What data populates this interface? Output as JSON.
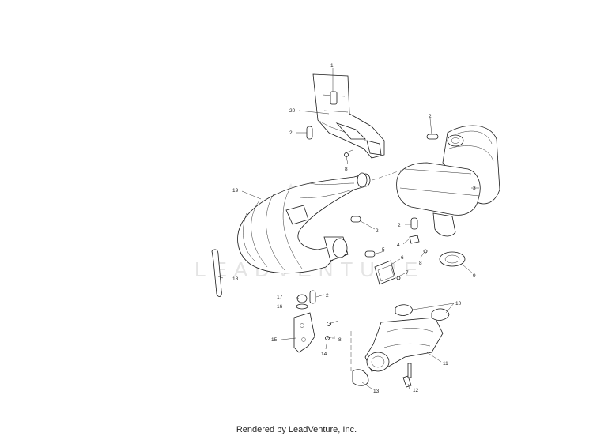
{
  "watermark": "LEADVENTURE",
  "credit": "Rendered by LeadVenture, Inc.",
  "callouts": [
    "1",
    "20",
    "2",
    "2",
    "8",
    "19",
    "3",
    "2",
    "4",
    "8",
    "9",
    "2",
    "5",
    "6",
    "7",
    "18",
    "17",
    "16",
    "2",
    "15",
    "8",
    "14",
    "10",
    "11",
    "12",
    "13"
  ]
}
